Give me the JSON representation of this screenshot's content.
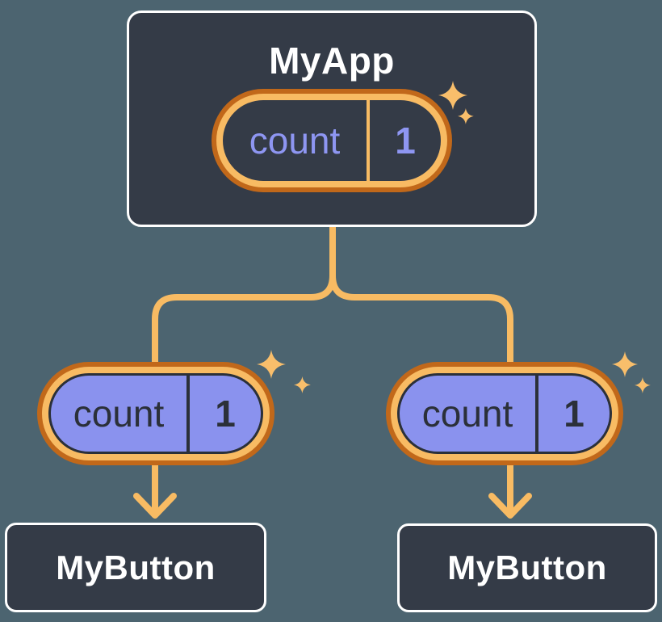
{
  "tree": {
    "root": {
      "title": "MyApp",
      "state": {
        "label": "count",
        "value": "1"
      }
    },
    "children": [
      {
        "title": "MyButton",
        "prop": {
          "label": "count",
          "value": "1"
        }
      },
      {
        "title": "MyButton",
        "prop": {
          "label": "count",
          "value": "1"
        }
      }
    ]
  },
  "icons": {
    "sparkle": "four-point-star",
    "arrowhead": "chevron-down"
  },
  "colors": {
    "background": "#4C6470",
    "node_background": "#343B47",
    "node_border": "#FFFFFF",
    "node_text": "#FFFFFF",
    "highlight_ring_outer": "#C1681A",
    "highlight_ring_inner": "#F8BB63",
    "connector": "#F8BB63",
    "sparkle": "#F8BE6B",
    "prop_pill_fill": "#8A92EE",
    "prop_pill_text": "#2B3039",
    "state_pill_text": "#8E96F2"
  }
}
